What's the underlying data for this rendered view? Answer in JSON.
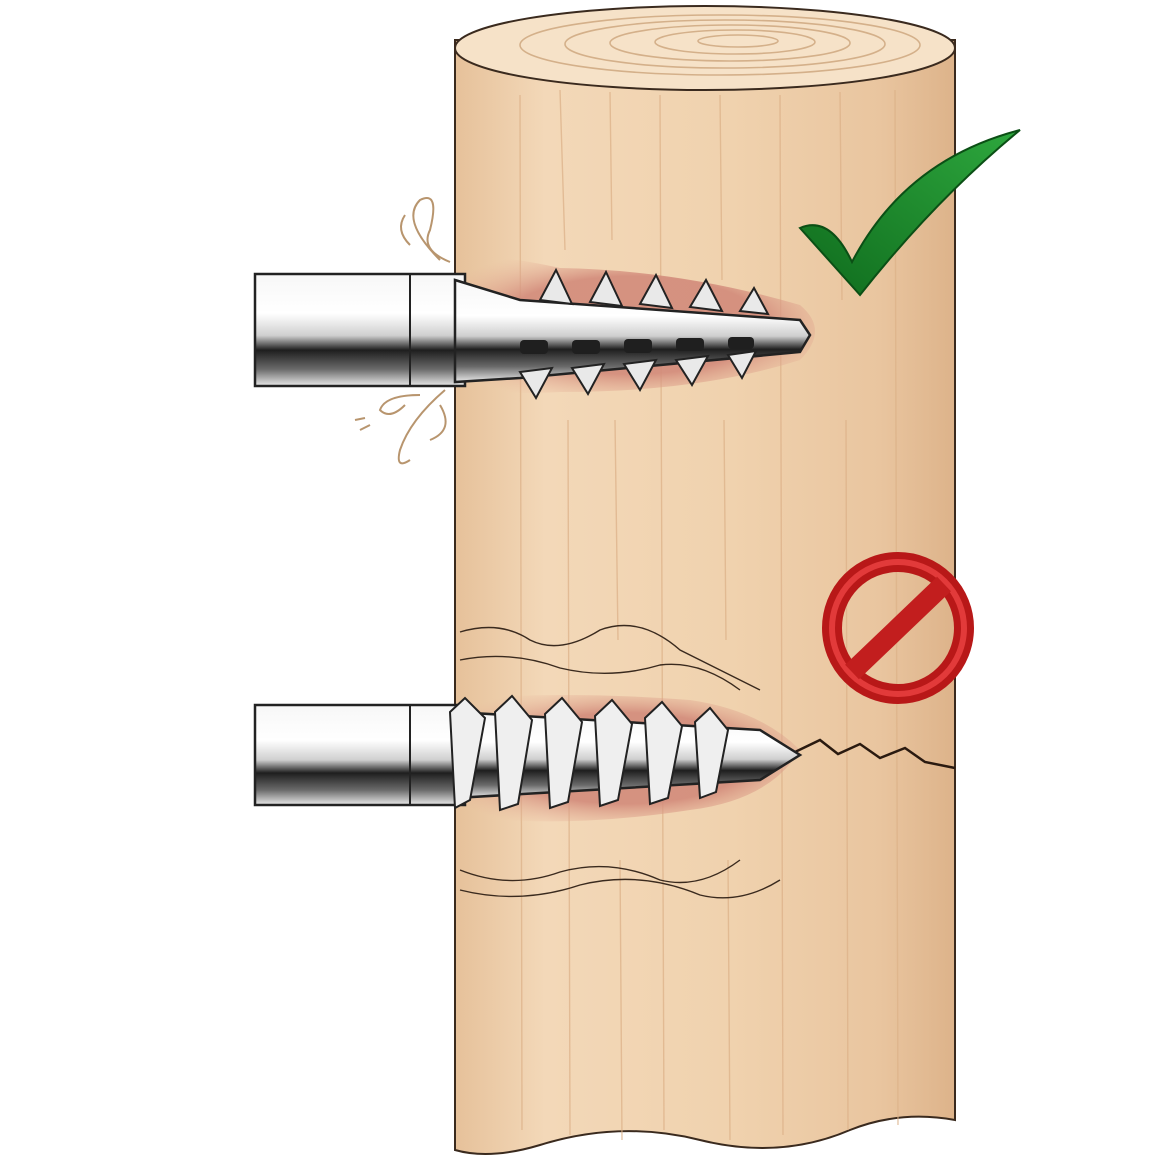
{
  "diagram": {
    "subject": "screw-into-wood-post",
    "panels": [
      {
        "name": "self-drilling-screw",
        "verdict": "correct",
        "marker": "check-icon"
      },
      {
        "name": "wood-screw-splitting",
        "verdict": "incorrect",
        "marker": "prohibited-icon"
      }
    ]
  },
  "colors": {
    "wood_light": "#f1d5b4",
    "wood_mid": "#e8c39b",
    "wood_grain": "#d9ab7d",
    "cavity": "#c77a6a",
    "steel_light": "#f4f4f4",
    "steel_dark": "#2a2a2a",
    "check_green": "#1f8a2e",
    "prohibit_red": "#cc1f1f"
  }
}
